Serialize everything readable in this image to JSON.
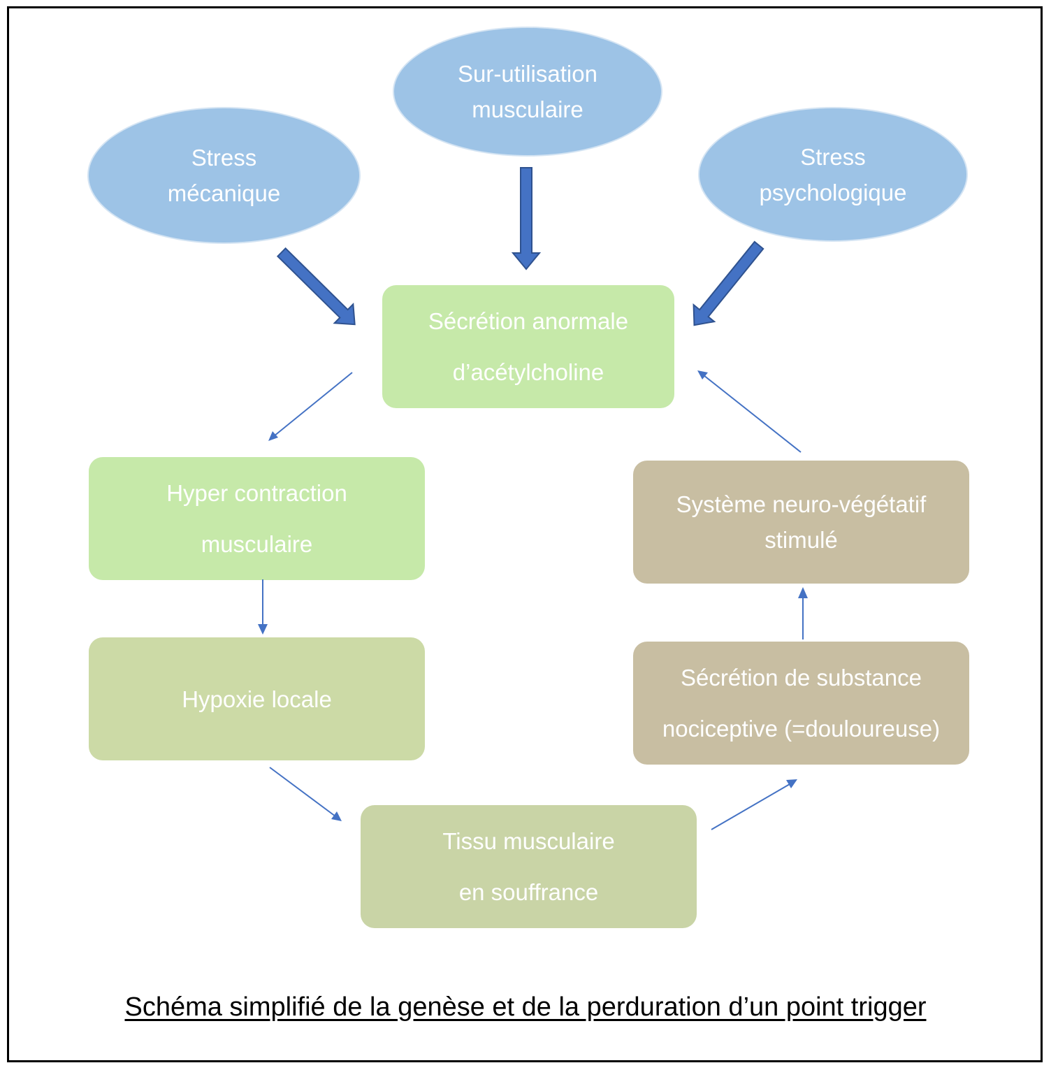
{
  "causes": {
    "overuse": [
      "Sur-utilisation",
      "musculaire"
    ],
    "mechanical": [
      "Stress",
      "mécanique"
    ],
    "psychological": [
      "Stress",
      "psychologique"
    ]
  },
  "cycle": {
    "acetylcholine": [
      "Sécrétion anormale",
      "d’acétylcholine"
    ],
    "hypercontraction": [
      "Hyper contraction",
      "musculaire"
    ],
    "hypoxia": [
      "Hypoxie locale"
    ],
    "tissue": [
      "Tissu musculaire",
      "en souffrance"
    ],
    "nociceptive": [
      "Sécrétion de substance",
      "nociceptive (=douloureuse)"
    ],
    "autonomic": [
      "Système neuro-végétatif",
      "stimulé"
    ]
  },
  "caption": "Schéma simplifié de la genèse et de la perduration d’un point trigger",
  "colors": {
    "cause_fill": "#9dc3e6",
    "thick_arrow": "#4472c4",
    "thin_arrow": "#4472c4",
    "green_light": "#c6e9a9",
    "green_mid": "#ccdaa6",
    "tan": "#c8bea2"
  }
}
